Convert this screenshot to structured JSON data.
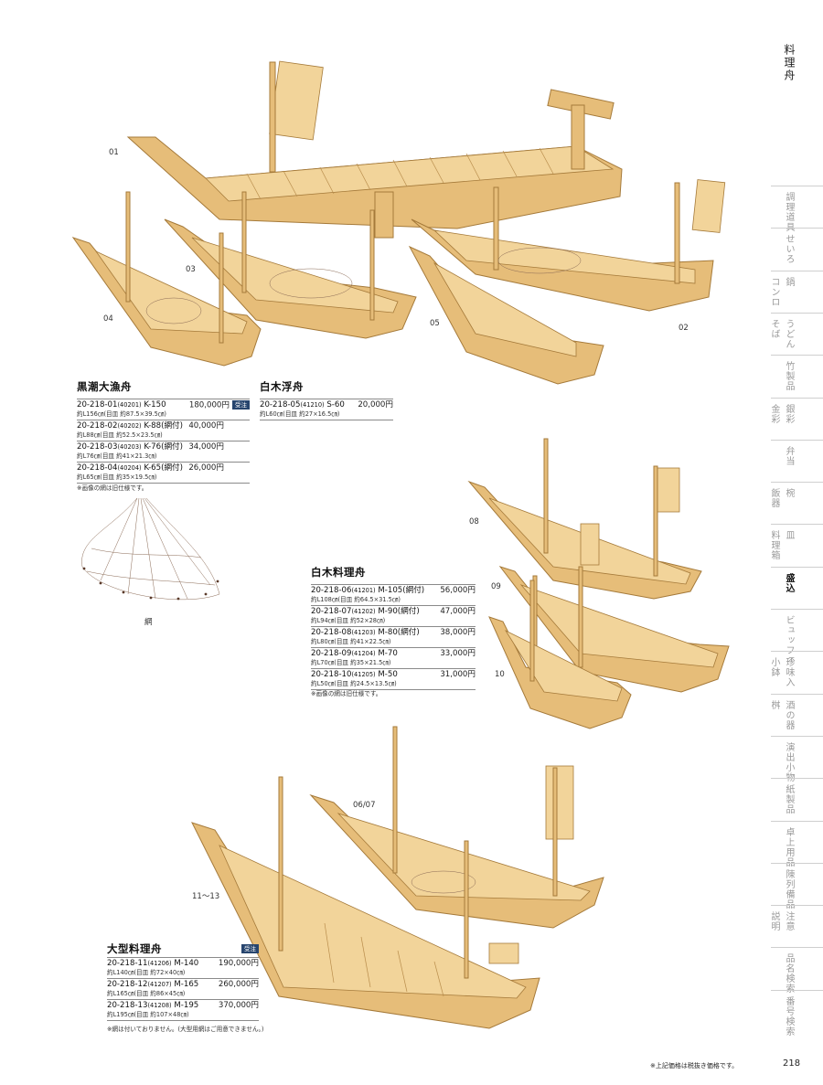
{
  "category": "料理舟",
  "figure_labels": {
    "f01": "01",
    "f02": "02",
    "f03": "03",
    "f04": "04",
    "f05": "05",
    "f08": "08",
    "f09": "09",
    "f10": "10",
    "f0607": "06/07",
    "f1113": "11～13",
    "net": "網"
  },
  "kuroshio": {
    "title": "黒潮大漁舟",
    "rows": [
      {
        "code": "20-218-01",
        "sub": "(40201)",
        "model": "K-150",
        "price": "180,000円",
        "badge": "受注",
        "size": "約L156㎝(目皿 約87.5×39.5㎝)"
      },
      {
        "code": "20-218-02",
        "sub": "(40202)",
        "model": "K-88(網付)",
        "price": "40,000円",
        "size": "約L88㎝(目皿 約52.5×23.5㎝)"
      },
      {
        "code": "20-218-03",
        "sub": "(40203)",
        "model": "K-76(網付)",
        "price": "34,000円",
        "size": "約L76㎝(目皿 約41×21.3㎝)"
      },
      {
        "code": "20-218-04",
        "sub": "(40204)",
        "model": "K-65(網付)",
        "price": "26,000円",
        "size": "約L65㎝(目皿 約35×19.5㎝)"
      }
    ],
    "note": "※画像の網は旧仕様です。"
  },
  "shiraki_uki": {
    "title": "白木浮舟",
    "rows": [
      {
        "code": "20-218-05",
        "sub": "(41210)",
        "model": "S-60",
        "price": "20,000円",
        "size": "約L60㎝(目皿 約27×16.5㎝)"
      }
    ]
  },
  "shiraki_ryori": {
    "title": "白木料理舟",
    "rows": [
      {
        "code": "20-218-06",
        "sub": "(41201)",
        "model": "M-105(網付)",
        "price": "56,000円",
        "size": "約L108㎝(目皿 約64.5×31.5㎝)"
      },
      {
        "code": "20-218-07",
        "sub": "(41202)",
        "model": "M-90(網付)",
        "price": "47,000円",
        "size": "約L94㎝(目皿 約52×28㎝)"
      },
      {
        "code": "20-218-08",
        "sub": "(41203)",
        "model": "M-80(網付)",
        "price": "38,000円",
        "size": "約L80㎝(目皿 約41×22.5㎝)"
      },
      {
        "code": "20-218-09",
        "sub": "(41204)",
        "model": "M-70",
        "price": "33,000円",
        "size": "約L70㎝(目皿 約35×21.5㎝)"
      },
      {
        "code": "20-218-10",
        "sub": "(41205)",
        "model": "M-50",
        "price": "31,000円",
        "size": "約L50㎝(目皿 約24.5×13.5㎝)"
      }
    ],
    "note": "※画像の網は旧仕様です。"
  },
  "ogata": {
    "title": "大型料理舟",
    "badge": "受注",
    "rows": [
      {
        "code": "20-218-11",
        "sub": "(41206)",
        "model": "M-140",
        "price": "190,000円",
        "size": "約L140㎝(目皿 約72×40㎝)"
      },
      {
        "code": "20-218-12",
        "sub": "(41207)",
        "model": "M-165",
        "price": "260,000円",
        "size": "約L165㎝(目皿 約86×45㎝)"
      },
      {
        "code": "20-218-13",
        "sub": "(41208)",
        "model": "M-195",
        "price": "370,000円",
        "size": "約L195㎝(目皿 約107×48㎝)"
      }
    ],
    "note": "※網は付いておりません。(大型用網はご用意できません。)"
  },
  "index": [
    {
      "cols": [
        "調理道具"
      ]
    },
    {
      "cols": [
        "せいろ"
      ]
    },
    {
      "cols": [
        "鍋",
        "コンロ"
      ]
    },
    {
      "cols": [
        "うどん",
        "そば"
      ]
    },
    {
      "cols": [
        "竹製品"
      ]
    },
    {
      "cols": [
        "銀彩",
        "金彩"
      ]
    },
    {
      "cols": [
        "弁当"
      ]
    },
    {
      "cols": [
        "椀",
        "飯器"
      ]
    },
    {
      "cols": [
        "皿",
        "料理箱"
      ]
    },
    {
      "cols": [
        "盛込"
      ],
      "active": true
    },
    {
      "cols": [
        "ビュッフェ"
      ]
    },
    {
      "cols": [
        "珍味入",
        "小鉢"
      ]
    },
    {
      "cols": [
        "酒の器",
        "桝"
      ]
    },
    {
      "cols": [
        "演出小物"
      ]
    },
    {
      "cols": [
        "紙製品"
      ]
    },
    {
      "cols": [
        "卓上用品"
      ]
    },
    {
      "cols": [
        "陳列備品"
      ]
    },
    {
      "cols": [
        "注意",
        "説明"
      ]
    },
    {
      "cols": [
        "品名検索"
      ]
    },
    {
      "cols": [
        "番号検索"
      ]
    }
  ],
  "footer_note": "※上記価格は税抜き価格です。",
  "page_number": "218"
}
